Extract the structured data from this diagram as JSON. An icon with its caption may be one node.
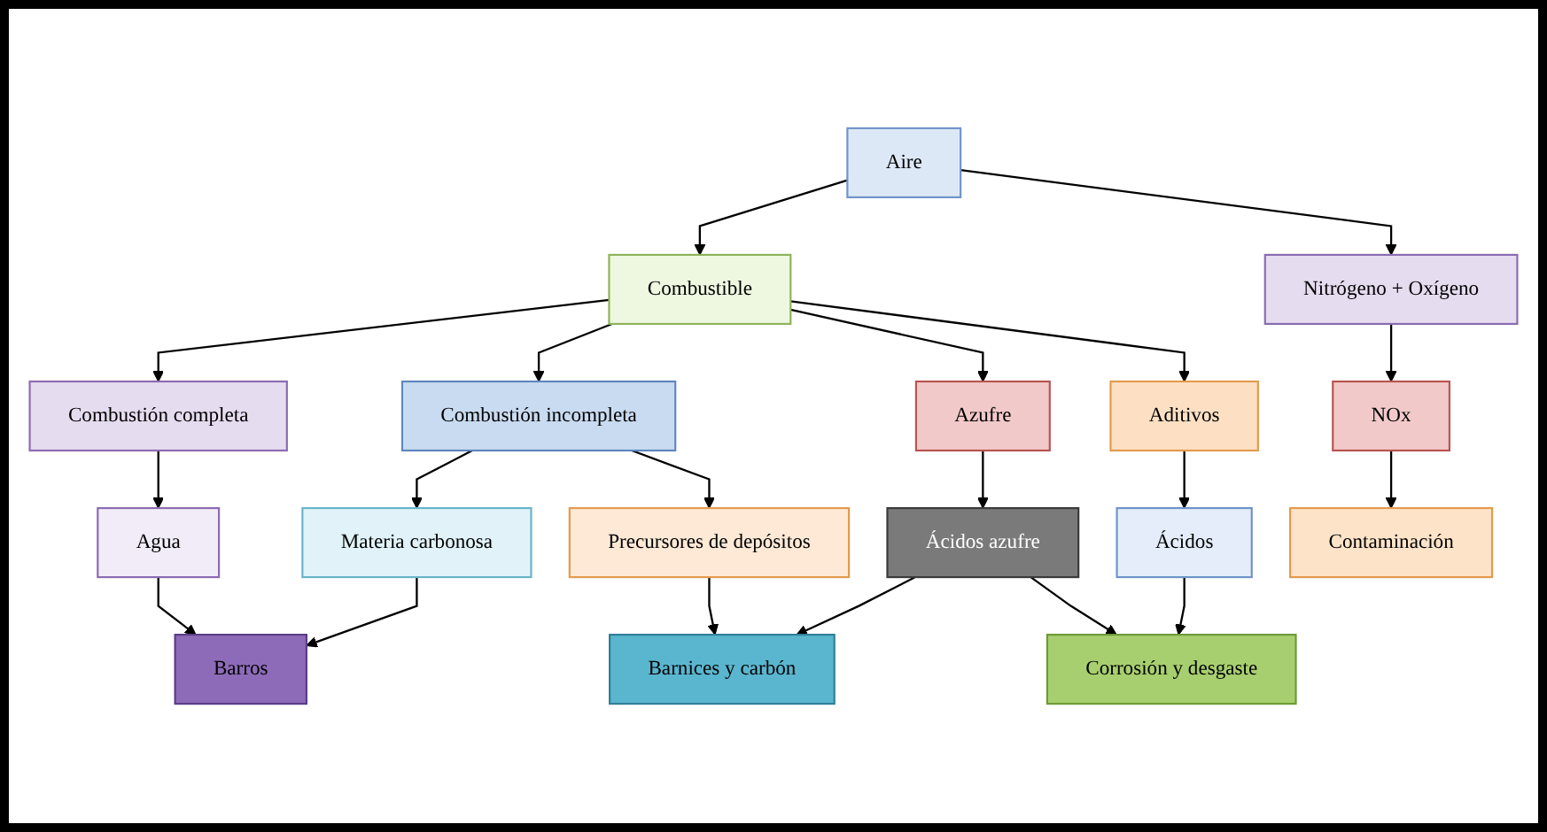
{
  "diagram": {
    "nodes": [
      {
        "text": [
          "Combustible"
        ]
      },
      {
        "text": [
          "Aire"
        ]
      },
      {
        "text": [
          "Combustión completa"
        ]
      },
      {
        "text": [
          "Combustión incompleta"
        ]
      },
      {
        "text": [
          "Azufre"
        ]
      },
      {
        "text": [
          "Aditivos"
        ]
      },
      {
        "text": [
          "Nitrógeno + Oxígeno"
        ]
      },
      {
        "text": [
          "Agua"
        ]
      },
      {
        "text": [
          "Materia carbonosa"
        ]
      },
      {
        "text": [
          "Precursores de depósitos"
        ]
      },
      {
        "text": [
          "Ácidos azufre"
        ]
      },
      {
        "text": [
          "Ácidos"
        ]
      },
      {
        "text": [
          "NOx"
        ]
      },
      {
        "text": [
          "Barros"
        ]
      },
      {
        "text": [
          "Barnices y carbón"
        ]
      },
      {
        "text": [
          "Corrosión y desgaste"
        ]
      },
      {
        "text": [
          "Contaminación"
        ]
      }
    ],
    "edges": [
      {
        "from": 1,
        "to": 0,
        "arrow": "to"
      },
      {
        "from": 0,
        "to": 2,
        "arrow": "to"
      },
      {
        "from": 0,
        "to": 3,
        "arrow": "to"
      },
      {
        "from": 0,
        "to": 4,
        "arrow": "to"
      },
      {
        "from": 0,
        "to": 5,
        "arrow": "to"
      },
      {
        "from": 1,
        "to": 6,
        "arrow": "to"
      },
      {
        "from": 2,
        "to": 7,
        "arrow": "to"
      },
      {
        "from": 3,
        "to": 8,
        "arrow": "to"
      },
      {
        "from": 3,
        "to": 9,
        "arrow": "to"
      },
      {
        "from": 4,
        "to": 10,
        "arrow": "to"
      },
      {
        "from": 5,
        "to": 11,
        "arrow": "to"
      },
      {
        "from": 6,
        "to": 12,
        "arrow": "to"
      },
      {
        "from": 7,
        "to": 13,
        "arrow": "to"
      },
      {
        "from": 8,
        "to": 13,
        "arrow": "to"
      },
      {
        "from": 9,
        "to": 14,
        "arrow": "to"
      },
      {
        "from": 10,
        "to": 14,
        "arrow": "to"
      },
      {
        "from": 10,
        "to": 15,
        "arrow": "to"
      },
      {
        "from": 11,
        "to": 15,
        "arrow": "to"
      },
      {
        "from": 12,
        "to": 16,
        "arrow": "to"
      }
    ]
  }
}
